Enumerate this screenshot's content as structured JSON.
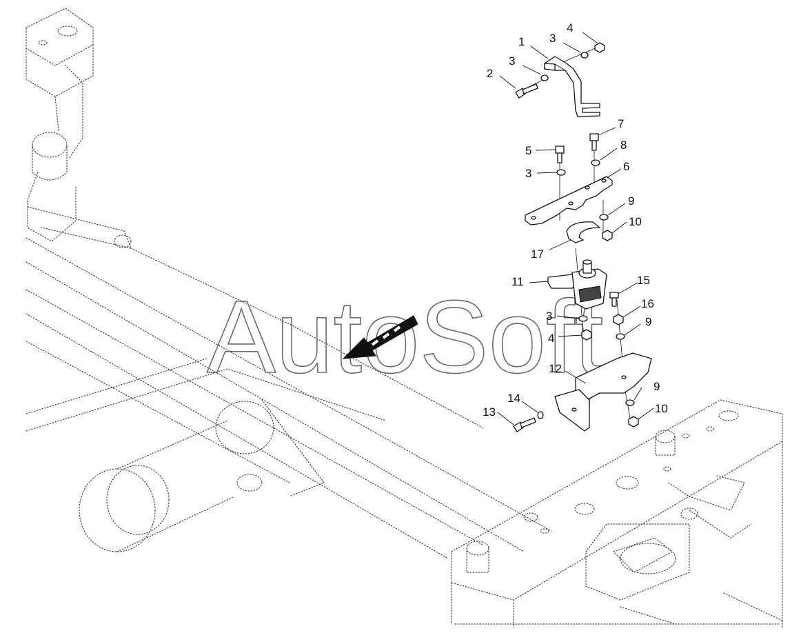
{
  "watermark": {
    "text": "AutoSoft"
  },
  "callouts": [
    {
      "id": "c1",
      "label": "1"
    },
    {
      "id": "c2",
      "label": "2"
    },
    {
      "id": "c3a",
      "label": "3"
    },
    {
      "id": "c3b",
      "label": "3"
    },
    {
      "id": "c3c",
      "label": "3"
    },
    {
      "id": "c3d",
      "label": "3"
    },
    {
      "id": "c4a",
      "label": "4"
    },
    {
      "id": "c4b",
      "label": "4"
    },
    {
      "id": "c5",
      "label": "5"
    },
    {
      "id": "c6",
      "label": "6"
    },
    {
      "id": "c7",
      "label": "7"
    },
    {
      "id": "c8",
      "label": "8"
    },
    {
      "id": "c9a",
      "label": "9"
    },
    {
      "id": "c9b",
      "label": "9"
    },
    {
      "id": "c9c",
      "label": "9"
    },
    {
      "id": "c10a",
      "label": "10"
    },
    {
      "id": "c10b",
      "label": "10"
    },
    {
      "id": "c11",
      "label": "11"
    },
    {
      "id": "c12",
      "label": "12"
    },
    {
      "id": "c13",
      "label": "13"
    },
    {
      "id": "c14",
      "label": "14"
    },
    {
      "id": "c15",
      "label": "15"
    },
    {
      "id": "c16",
      "label": "16"
    },
    {
      "id": "c17",
      "label": "17"
    }
  ]
}
